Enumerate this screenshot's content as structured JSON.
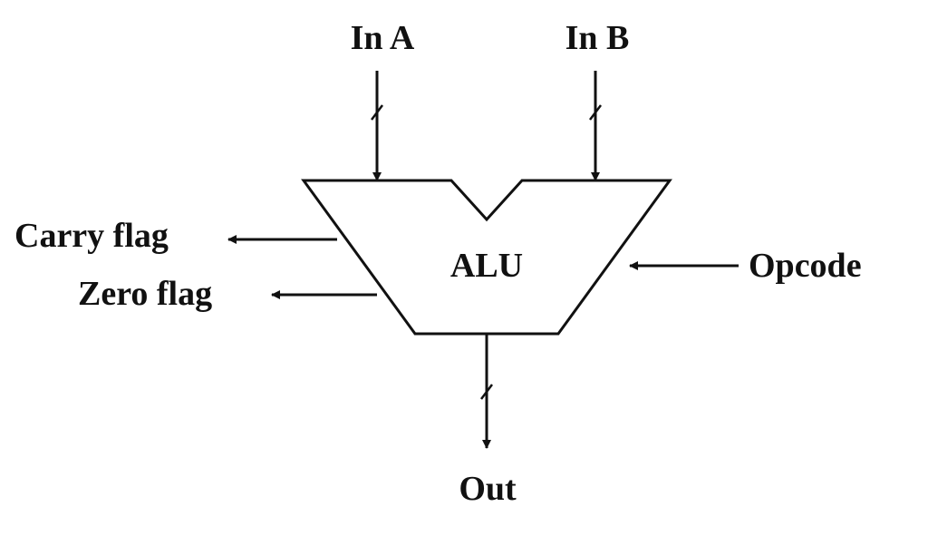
{
  "diagram": {
    "block_label": "ALU",
    "inputs": {
      "a": "In A",
      "b": "In B",
      "opcode": "Opcode"
    },
    "outputs": {
      "carry": "Carry flag",
      "zero": "Zero flag",
      "out": "Out"
    },
    "colors": {
      "stroke": "#111111",
      "background": "#ffffff"
    }
  }
}
